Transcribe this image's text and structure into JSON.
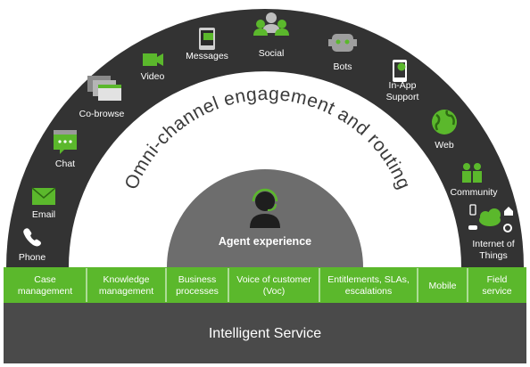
{
  "title_arc": "Omni-channel engagement  and routing",
  "center": {
    "label": "Agent experience"
  },
  "footer": {
    "label": "Intelligent Service"
  },
  "colors": {
    "accent_green": "#5bb82c",
    "outer_arc": "#333333",
    "center_circle": "#6d6d6d",
    "footer_bar": "#4a4a4a"
  },
  "channels": [
    {
      "name": "Phone",
      "icon": "phone-icon"
    },
    {
      "name": "Email",
      "icon": "email-icon"
    },
    {
      "name": "Chat",
      "icon": "chat-icon"
    },
    {
      "name": "Co-browse",
      "icon": "co-browse-icon"
    },
    {
      "name": "Video",
      "icon": "video-icon"
    },
    {
      "name": "Messages",
      "icon": "messages-icon"
    },
    {
      "name": "Social",
      "icon": "social-icon"
    },
    {
      "name": "Bots",
      "icon": "bots-icon"
    },
    {
      "name_lines": [
        "In-App",
        "Support"
      ],
      "icon": "in-app-support-icon"
    },
    {
      "name": "Web",
      "icon": "web-icon"
    },
    {
      "name": "Community",
      "icon": "community-icon"
    },
    {
      "name_lines": [
        "Internet of",
        "Things"
      ],
      "icon": "internet-of-things-icon"
    }
  ],
  "capabilities": [
    {
      "lines": [
        "Case",
        "management"
      ]
    },
    {
      "lines": [
        "Knowledge",
        "management"
      ]
    },
    {
      "lines": [
        "Business",
        "processes"
      ]
    },
    {
      "lines": [
        "Voice of customer",
        "(Voc)"
      ]
    },
    {
      "lines": [
        "Entitlements, SLAs,",
        "escalations"
      ]
    },
    {
      "lines": [
        "Mobile"
      ]
    },
    {
      "lines": [
        "Field",
        "service"
      ]
    }
  ]
}
